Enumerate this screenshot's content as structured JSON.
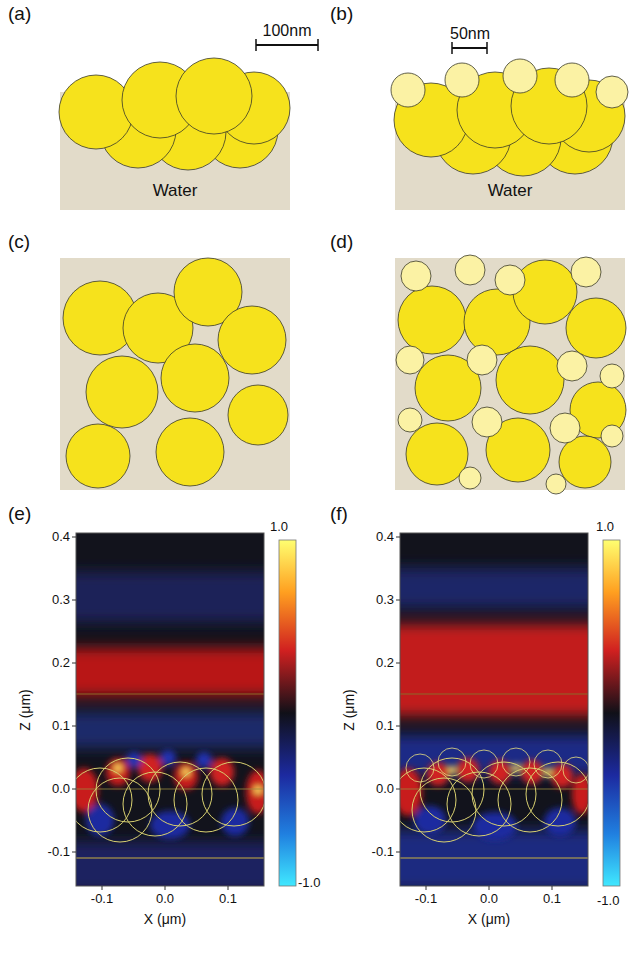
{
  "diagram": {
    "nodes": [
      {
        "text": [
          "Water"
        ]
      },
      {
        "text": [
          "Water"
        ]
      }
    ],
    "labels": [
      "(a)",
      "100nm",
      "(b)",
      "50nm",
      "(c)",
      "(d)",
      "(e)",
      "1.0",
      "0.4",
      "0.3",
      "0.2",
      "0.1",
      "0.0",
      "-0.1",
      "Z (μm)",
      "-0.1",
      "0.0",
      "0.1",
      "X (μm)",
      "-1.0",
      "(f)",
      "1.0",
      "0.4",
      "0.3",
      "0.2",
      "0.1",
      "0.0",
      "-0.1",
      "Z (μm)",
      "-0.1",
      "0.0",
      "0.1",
      "X (μm)",
      "-1.0"
    ]
  }
}
